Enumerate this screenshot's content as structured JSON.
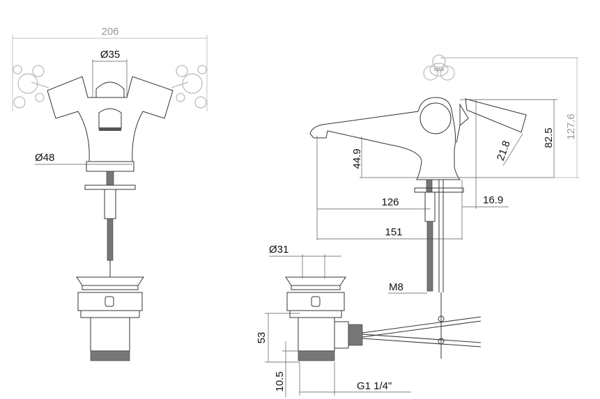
{
  "drawing": {
    "front_view": {
      "overall_width": "206",
      "spout_diameter": "Ø35",
      "base_diameter": "Ø48"
    },
    "side_view": {
      "spout_height": "44.9",
      "body_height": "82.5",
      "overall_height": "127.6",
      "lever_length": "21.8",
      "spout_reach": "126",
      "overall_depth": "151",
      "lever_offset": "16.9",
      "thread_rod": "M8"
    },
    "waste_view": {
      "flange_diameter": "Ø31",
      "waste_height": "53",
      "thread_length": "10.5",
      "thread_size": "G1 1/4\""
    }
  }
}
